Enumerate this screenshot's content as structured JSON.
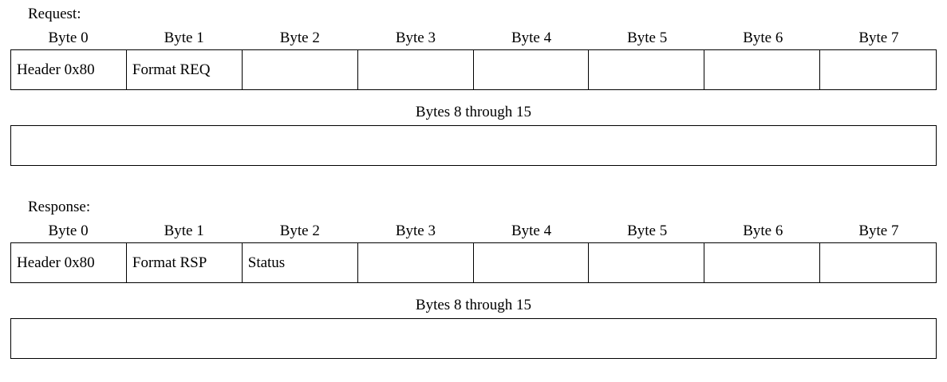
{
  "request": {
    "label": "Request:",
    "headers": [
      "Byte 0",
      "Byte 1",
      "Byte 2",
      "Byte 3",
      "Byte 4",
      "Byte 5",
      "Byte 6",
      "Byte 7"
    ],
    "cells": [
      "Header 0x80",
      "Format REQ",
      "",
      "",
      "",
      "",
      "",
      ""
    ],
    "span_label": "Bytes 8 through 15"
  },
  "response": {
    "label": "Response:",
    "headers": [
      "Byte 0",
      "Byte 1",
      "Byte 2",
      "Byte 3",
      "Byte 4",
      "Byte 5",
      "Byte 6",
      "Byte 7"
    ],
    "cells": [
      "Header 0x80",
      "Format RSP",
      "Status",
      "",
      "",
      "",
      "",
      ""
    ],
    "span_label": "Bytes 8 through 15"
  }
}
